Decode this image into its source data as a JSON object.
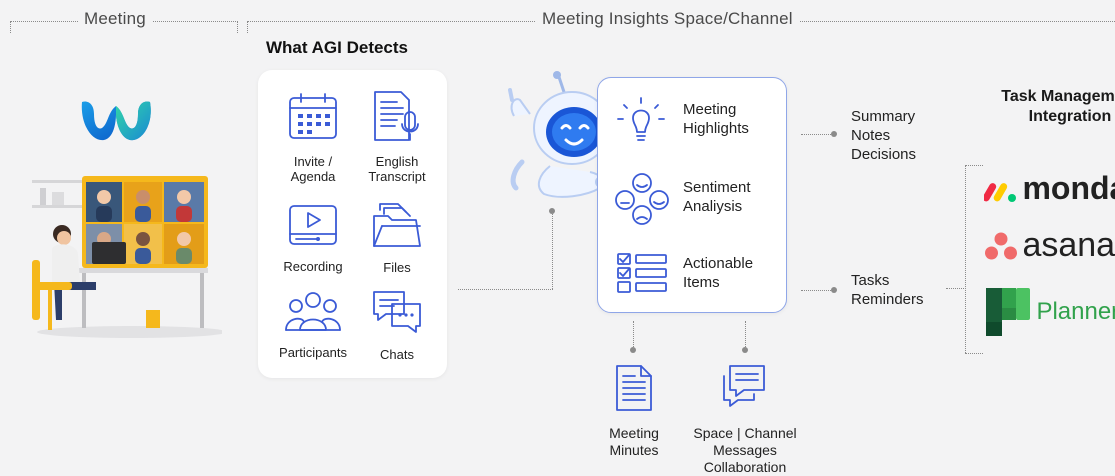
{
  "sections": {
    "meeting": "Meeting",
    "insights": "Meeting Insights Space/Channel"
  },
  "detects": {
    "title": "What AGI Detects",
    "items": [
      {
        "label": "Invite / Agenda",
        "icon": "calendar-icon"
      },
      {
        "label": "English Transcript",
        "icon": "transcript-icon"
      },
      {
        "label": "Recording",
        "icon": "recording-icon"
      },
      {
        "label": "Files",
        "icon": "files-icon"
      },
      {
        "label": "Participants",
        "icon": "participants-icon"
      },
      {
        "label": "Chats",
        "icon": "chats-icon"
      }
    ]
  },
  "insights": {
    "items": [
      {
        "label": "Meeting Highlights",
        "icon": "lightbulb-icon"
      },
      {
        "label": "Sentiment Analiysis",
        "icon": "sentiment-icon"
      },
      {
        "label": "Actionable Items",
        "icon": "checklist-icon"
      }
    ]
  },
  "outputs": {
    "summary": "Summary Notes Decisions",
    "tasks": "Tasks Reminders"
  },
  "bottom": {
    "minutes": "Meeting Minutes",
    "messages": "Space | Channel Messages Collaboration"
  },
  "task_management": {
    "title": "Task Management Integration",
    "logos": [
      {
        "name": "monday",
        "icon": "monday-logo"
      },
      {
        "name": "asana",
        "icon": "asana-logo"
      },
      {
        "name": "Planner",
        "icon": "planner-logo"
      }
    ]
  },
  "colors": {
    "accent": "#3b5bd6",
    "background": "#f3f3f4",
    "asana": "#f06a6a",
    "planner": "#31a24c"
  }
}
